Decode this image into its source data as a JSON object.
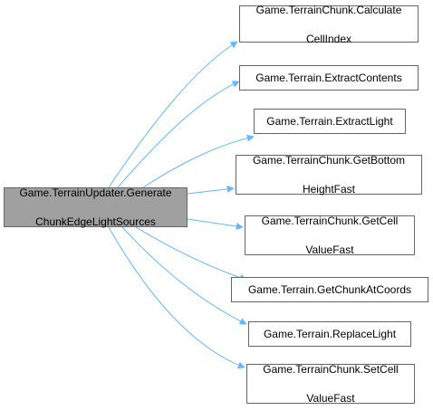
{
  "colors": {
    "edge": "#63b8ff",
    "node_border": "#666666",
    "root_fill": "#a0a0a0",
    "node_fill": "#ffffff"
  },
  "root": {
    "label_line1": "Game.TerrainUpdater.Generate",
    "label_line2": "ChunkEdgeLightSources"
  },
  "callees": [
    {
      "line1": "Game.TerrainChunk.Calculate",
      "line2": "CellIndex"
    },
    {
      "line1": "Game.Terrain.ExtractContents",
      "line2": ""
    },
    {
      "line1": "Game.Terrain.ExtractLight",
      "line2": ""
    },
    {
      "line1": "Game.TerrainChunk.GetBottom",
      "line2": "HeightFast"
    },
    {
      "line1": "Game.TerrainChunk.GetCell",
      "line2": "ValueFast"
    },
    {
      "line1": "Game.Terrain.GetChunkAtCoords",
      "line2": ""
    },
    {
      "line1": "Game.Terrain.ReplaceLight",
      "line2": ""
    },
    {
      "line1": "Game.TerrainChunk.SetCell",
      "line2": "ValueFast"
    }
  ]
}
